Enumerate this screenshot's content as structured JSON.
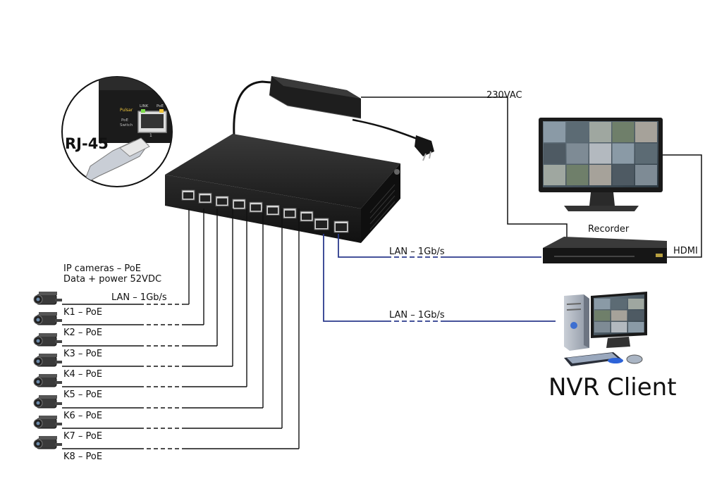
{
  "labels": {
    "rj45": "RJ-45",
    "ac": "230VAC",
    "recorder": "Recorder",
    "hdmi": "HDMI",
    "lan_recorder": "LAN – 1Gb/s",
    "lan_client": "LAN – 1Gb/s",
    "lan_cameras": "LAN – 1Gb/s",
    "cameras_line1": "IP cameras – PoE",
    "cameras_line2": "Data + power 52VDC",
    "nvr_client": "NVR Client"
  },
  "inset": {
    "brand": "Pulsar",
    "switch_line1": "PoE",
    "switch_line2": "Switch",
    "link": "LINK",
    "poe": "PoE",
    "port_number": "1"
  },
  "cameras": [
    {
      "label": "K1 – PoE"
    },
    {
      "label": "K2 – PoE"
    },
    {
      "label": "K3 – PoE"
    },
    {
      "label": "K4 – PoE"
    },
    {
      "label": "K5 – PoE"
    },
    {
      "label": "K6 – PoE"
    },
    {
      "label": "K7 – PoE"
    },
    {
      "label": "K8 – PoE"
    }
  ],
  "colors": {
    "lan_uplink": "#2b3a8c",
    "wire": "#111111",
    "device": "#1c1c1c"
  }
}
